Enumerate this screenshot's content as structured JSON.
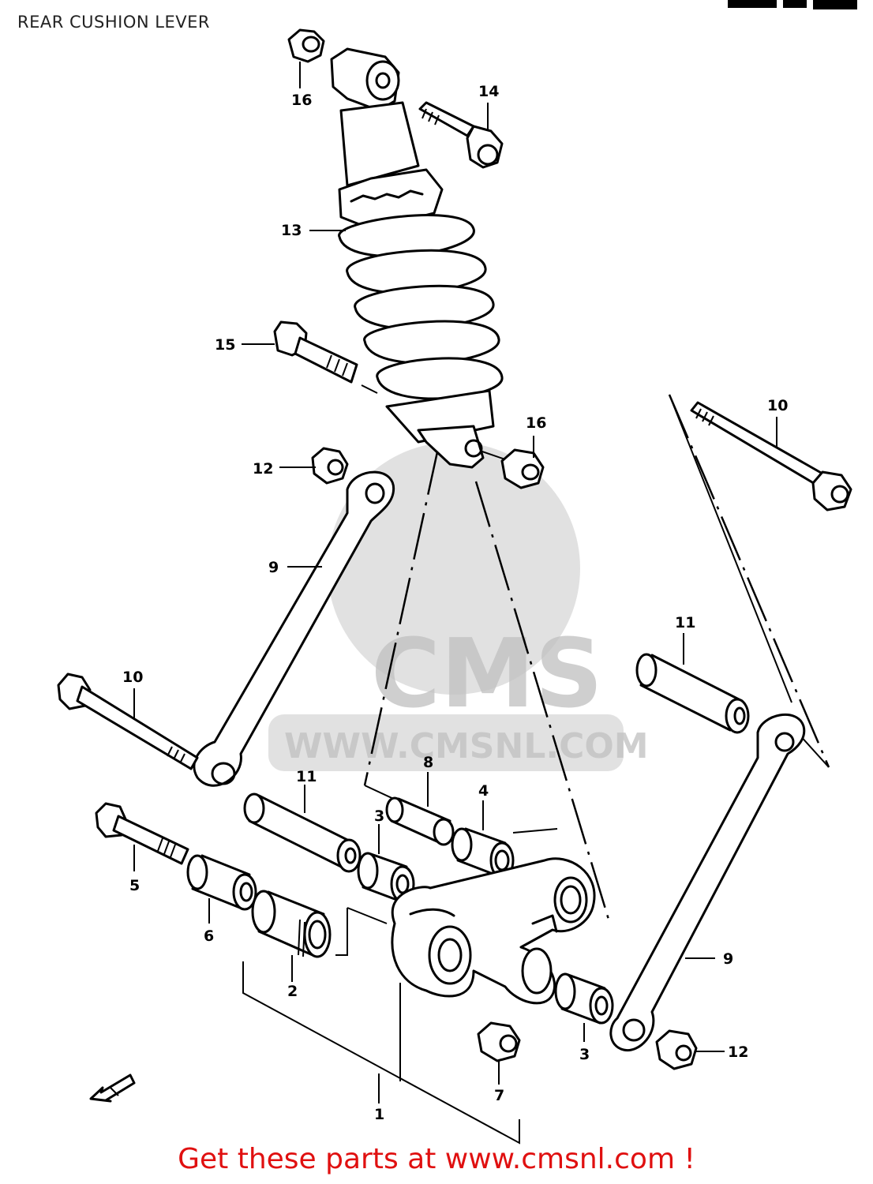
{
  "title": "REAR CUSHION LEVER",
  "watermark": {
    "brand": "CMS",
    "url": "WWW.CMSNL.COM"
  },
  "footer": {
    "cta": "Get these parts at www.cmsnl.com !"
  },
  "colors": {
    "ink": "#000000",
    "cta": "#e01010",
    "watermark": "#c8c8c8"
  },
  "callouts": [
    {
      "id": "c16a",
      "num": "16"
    },
    {
      "id": "c14",
      "num": "14"
    },
    {
      "id": "c13",
      "num": "13"
    },
    {
      "id": "c15",
      "num": "15"
    },
    {
      "id": "c16b",
      "num": "16"
    },
    {
      "id": "c10a",
      "num": "10"
    },
    {
      "id": "c12a",
      "num": "12"
    },
    {
      "id": "c9a",
      "num": "9"
    },
    {
      "id": "c11a",
      "num": "11"
    },
    {
      "id": "c10b",
      "num": "10"
    },
    {
      "id": "c8",
      "num": "8"
    },
    {
      "id": "c11b",
      "num": "11"
    },
    {
      "id": "c4",
      "num": "4"
    },
    {
      "id": "c3a",
      "num": "3"
    },
    {
      "id": "c5",
      "num": "5"
    },
    {
      "id": "c6",
      "num": "6"
    },
    {
      "id": "c2",
      "num": "2"
    },
    {
      "id": "c9b",
      "num": "9"
    },
    {
      "id": "c3b",
      "num": "3"
    },
    {
      "id": "c12b",
      "num": "12"
    },
    {
      "id": "c7",
      "num": "7"
    },
    {
      "id": "c1",
      "num": "1"
    }
  ]
}
